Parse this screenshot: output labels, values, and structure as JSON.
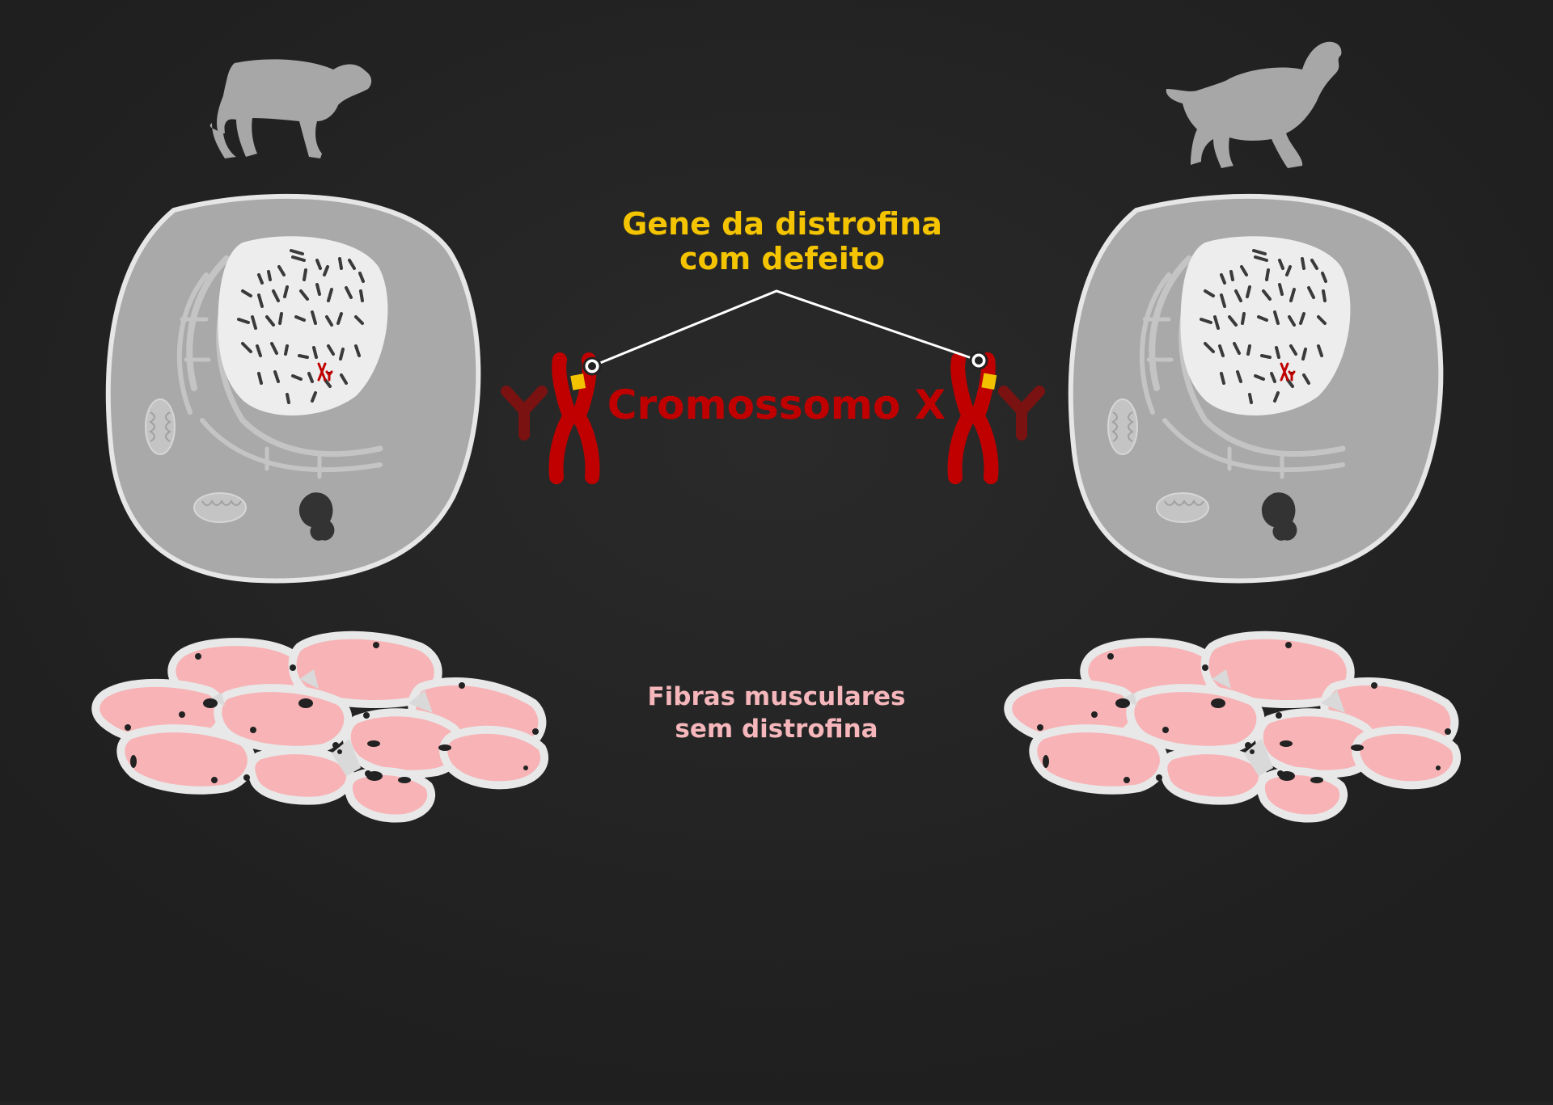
{
  "labels": {
    "gene_line1": "Gene da distrofina",
    "gene_line2": "com defeito",
    "chromosome": "Cromossomo X",
    "fibers_line1": "Fibras musculares",
    "fibers_line2": "sem distrofina"
  },
  "icons": {
    "left_animal": "puppy-silhouette-icon",
    "right_animal": "adult-dog-silhouette-icon",
    "cell": "cell-with-nucleus-icon",
    "muscle": "muscle-fiber-cross-section-icon",
    "chromosome_x": "x-chromosome-icon",
    "chromosome_y": "y-chromosome-icon"
  },
  "colors": {
    "background": "#232323",
    "gene_text": "#f5c400",
    "chromosome_text": "#c00000",
    "fiber_text": "#f5b7bb",
    "chromosome_x": "#c00000",
    "chromosome_y": "#7a1212",
    "gene_mark": "#f2c200",
    "cell_fill": "#a8a8a8",
    "muscle_fill": "#f7b3b6",
    "silhouette": "#a7a7a7"
  }
}
